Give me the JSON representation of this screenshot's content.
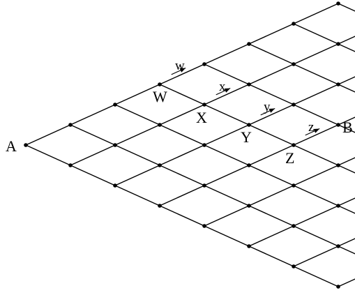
{
  "diagram": {
    "labels": {
      "A": "A",
      "B": "B",
      "W": "W",
      "X": "X",
      "Y": "Y",
      "Z": "Z",
      "w": "w",
      "x": "x",
      "y": "y",
      "z": "z"
    },
    "colors": {
      "line": "#000000",
      "background": "#ffffff"
    }
  }
}
